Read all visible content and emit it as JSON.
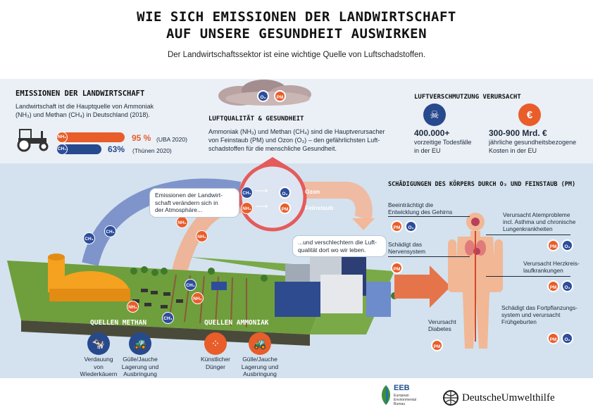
{
  "header": {
    "title_line1": "WIE SICH EMISSIONEN DER LANDWIRTSCHAFT",
    "title_line2": "AUF UNSERE GESUNDHEIT AUSWIRKEN",
    "subtitle": "Der Landwirtschaftssektor ist eine wichtige Quelle von Luftschadstoffen."
  },
  "emissions": {
    "heading": "EMISSIONEN DER LANDWIRTSCHAFT",
    "text_line1": "Landwirtschaft ist die Hauptquelle von Ammoniak",
    "text_line2": "(NH₃) und Methan (CH₄) in Deutschland (2018).",
    "bars": [
      {
        "chip": "NH₃",
        "percent_label": "95 %",
        "percent": 95,
        "source": "(UBA 2020)",
        "color": "#e85d2a"
      },
      {
        "chip": "CH₄",
        "percent_label": "63%",
        "percent": 63,
        "source": "(Thünen 2020)",
        "color": "#27498d"
      }
    ]
  },
  "air_quality": {
    "heading": "LUFTQUALITÄT & GESUNDHEIT",
    "cloud_chips": [
      "O₃",
      "PM"
    ],
    "text_line1": "Ammoniak (NH₃) und Methan (CH₄) sind die Hauptverursacher",
    "text_line2": "von Feinstaub (PM) und Ozon (O₃) – den gefährlichsten Luft-",
    "text_line3": "schadstoffen für die menschliche Gesundheit."
  },
  "pollution": {
    "heading": "LUFTVERSCHMUTZUNG VERURSACHT",
    "deaths": {
      "value": "400.000+",
      "line1": "vorzeitige Todesfälle",
      "line2": "in der EU",
      "icon": "skull-icon"
    },
    "costs": {
      "value": "300-900 Mrd. €",
      "line1": "jährliche gesundheitsbezogene",
      "line2": "Kosten in der EU",
      "icon": "euro-icon"
    }
  },
  "scene": {
    "callout_atmosphere_line1": "Emissionen der Landwirt-",
    "callout_atmosphere_line2": "schaft verändern sich in",
    "callout_atmosphere_line3": "der Atmosphäre...",
    "callout_city_line1": "...und verschlechtern die Luft-",
    "callout_city_line2": "qualität dort wo wir leben.",
    "transform": [
      {
        "from": "CH₄",
        "to": "O₃",
        "label": "Ozon"
      },
      {
        "from": "NH₃",
        "to": "PM",
        "label": "Feinstaub"
      }
    ],
    "sky_chips": {
      "ch4": "CH₄",
      "nh3": "NH₃"
    },
    "sources_methane_label": "QUELLEN METHAN",
    "sources_ammonia_label": "QUELLEN AMMONIAK",
    "sources": [
      {
        "icon": "cow-icon",
        "line1": "Verdauung",
        "line2": "von",
        "line3": "Wiederkäuern",
        "color": "#27498d"
      },
      {
        "icon": "tractor-icon",
        "line1": "Gülle/Jauche",
        "line2": "Lagerung und",
        "line3": "Ausbringung",
        "color": "#27498d"
      },
      {
        "icon": "fertilizer-icon",
        "line1": "Künstlicher",
        "line2": "Dünger",
        "line3": "",
        "color": "#e85d2a"
      },
      {
        "icon": "tractor-icon",
        "line1": "Gülle/Jauche",
        "line2": "Lagerung und",
        "line3": "Ausbringung",
        "color": "#e85d2a"
      }
    ]
  },
  "damage": {
    "heading": "SCHÄDIGUNGEN DES KÖRPERS DURCH O₃ UND FEINSTAUB (PM)",
    "chip_pm": "PM",
    "chip_o3": "O₃",
    "items": [
      {
        "line1": "Beeinträchtigt die",
        "line2": "Entwicklung des Gehirns",
        "line3": ""
      },
      {
        "line1": "Schädigt das",
        "line2": "Nervensystem",
        "line3": ""
      },
      {
        "line1": "Verursacht",
        "line2": "Diabetes",
        "line3": ""
      },
      {
        "line1": "Verursacht Atemprobleme",
        "line2": "incl. Asthma und chronische",
        "line3": "Lungenkrankheiten"
      },
      {
        "line1": "Verursacht Herzkreis-",
        "line2": "laufkrankungen",
        "line3": ""
      },
      {
        "line1": "Schädigt das Fortpflanzungs-",
        "line2": "system und verursacht",
        "line3": "Frühgeburten"
      }
    ]
  },
  "footer": {
    "eeb_name": "EEB",
    "eeb_line1": "European",
    "eeb_line2": "Environmental",
    "eeb_line3": "Bureau",
    "duh_name": "DeutscheUmwelthilfe"
  },
  "colors": {
    "blue": "#27498d",
    "orange": "#e85d2a",
    "band": "#eaf0f6",
    "scene": "#d3e2ee",
    "grass": "#6f9e3c"
  }
}
